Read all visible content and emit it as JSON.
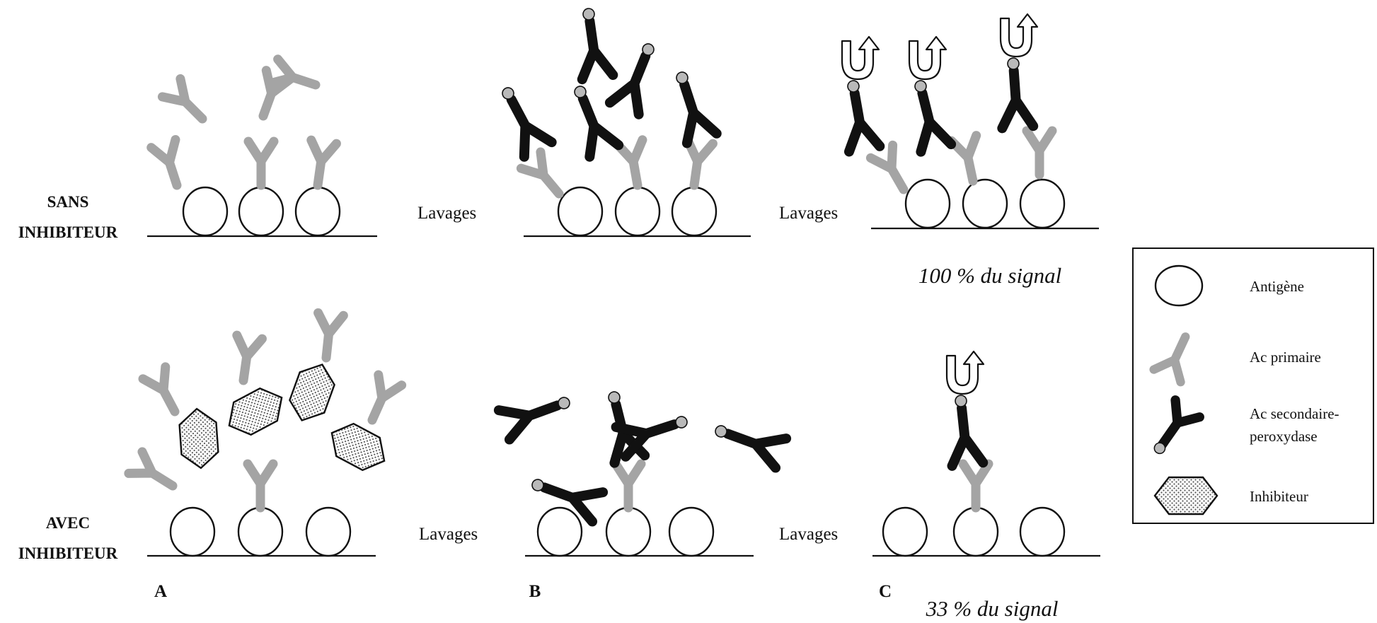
{
  "rows": {
    "top_label_line1": "SANS",
    "top_label_line2": "INHIBITEUR",
    "bottom_label_line1": "AVEC",
    "bottom_label_line2": "INHIBITEUR"
  },
  "steps": {
    "wash_label": "Lavages"
  },
  "panels": {
    "a": "A",
    "b": "B",
    "c": "C"
  },
  "signals": {
    "without_inhibitor": "100 % du signal",
    "with_inhibitor": "33 % du signal"
  },
  "legend": {
    "antigen": "Antigène",
    "primary_antibody": "Ac primaire",
    "secondary_line1": "Ac secondaire-",
    "secondary_line2": "peroxydase",
    "inhibitor": "Inhibiteur"
  },
  "colors": {
    "primary_antibody": "#a4a4a4",
    "secondary_antibody": "#111111",
    "enzyme_label": "#b9b9b9"
  }
}
